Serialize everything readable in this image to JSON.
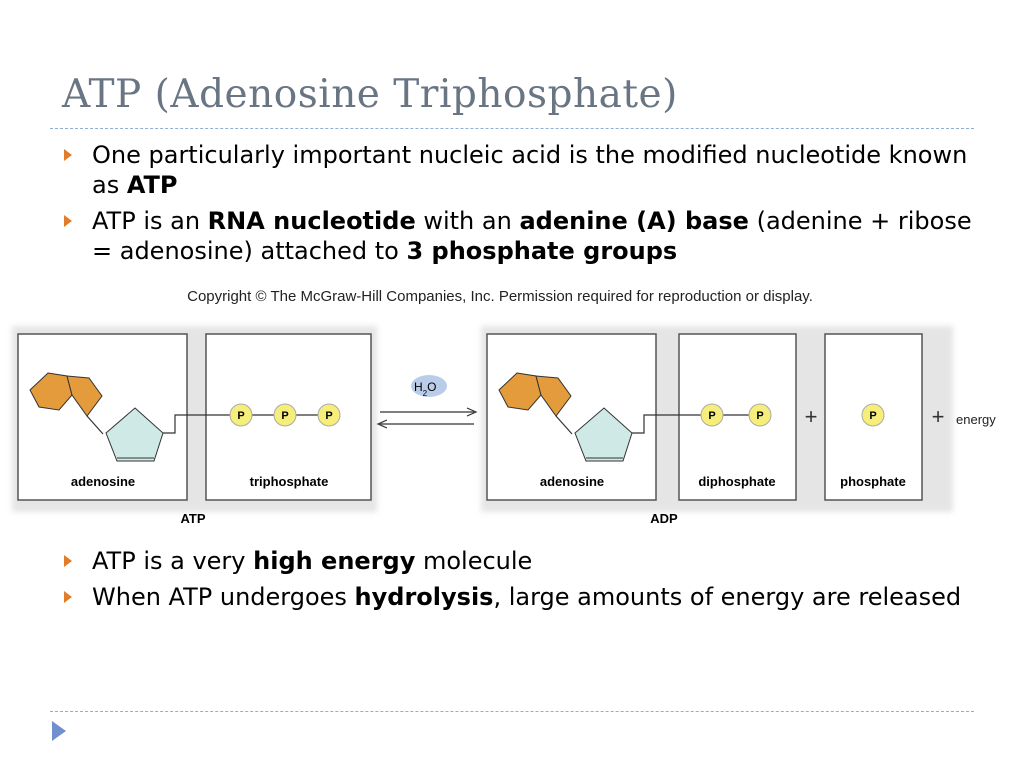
{
  "slide": {
    "title": "ATP (Adenosine Triphosphate)",
    "bullets_top": [
      {
        "segments": [
          {
            "text": "One particularly important nucleic acid is the modified nucleotide known as ",
            "bold": false
          },
          {
            "text": "ATP",
            "bold": true
          }
        ]
      },
      {
        "segments": [
          {
            "text": "ATP is an ",
            "bold": false
          },
          {
            "text": "RNA nucleotide",
            "bold": true
          },
          {
            "text": " with an ",
            "bold": false
          },
          {
            "text": "adenine (A) base",
            "bold": true
          },
          {
            "text": " (adenine + ribose = adenosine) attached to ",
            "bold": false
          },
          {
            "text": "3 phosphate groups",
            "bold": true
          }
        ]
      }
    ],
    "bullets_bottom": [
      {
        "segments": [
          {
            "text": "ATP is a very ",
            "bold": false
          },
          {
            "text": "high energy",
            "bold": true
          },
          {
            "text": " molecule",
            "bold": false
          }
        ]
      },
      {
        "segments": [
          {
            "text": "When ATP undergoes ",
            "bold": false
          },
          {
            "text": "hydrolysis",
            "bold": true
          },
          {
            "text": ", large amounts of energy are released",
            "bold": false
          }
        ]
      }
    ]
  },
  "figure": {
    "copyright": "Copyright © The McGraw-Hill Companies, Inc. Permission required for reproduction or display.",
    "atp_panels": {
      "adenosine": "adenosine",
      "triphosphate": "triphosphate",
      "caption": "ATP"
    },
    "adp_panels": {
      "adenosine": "adenosine",
      "diphosphate": "diphosphate",
      "phosphate": "phosphate",
      "caption": "ADP"
    },
    "phosphate_symbol": "P",
    "water": {
      "base": "H",
      "sub": "2",
      "tail": "O"
    },
    "plus_sign": "+",
    "energy_label": "energy",
    "colors": {
      "adenine": "#e39b3c",
      "ribose": "#cfe9e6",
      "phosphate_fill": "#f5ee7a",
      "water_bubble": "#b9cdea",
      "panel_border": "#555555"
    }
  }
}
